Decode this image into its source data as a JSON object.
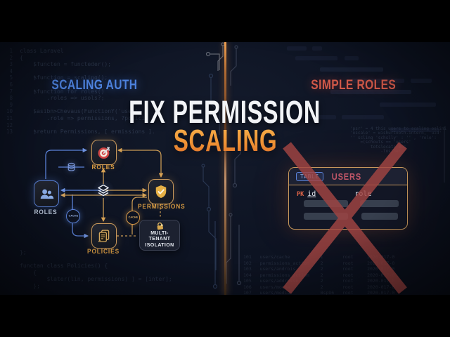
{
  "header": {
    "left_label": "SCALING AUTH",
    "right_label": "SIMPLE ROLES"
  },
  "title": {
    "line1": "FIX PERMISSION",
    "line2": "SCALING"
  },
  "diagram": {
    "nodes": {
      "roles_top": {
        "label": "ROLES",
        "icon": "target-icon"
      },
      "roles_left": {
        "label": "ROLES",
        "icon": "users-icon"
      },
      "permissions": {
        "label": "PERMISSIONS",
        "icon": "shield-check-icon"
      },
      "policies": {
        "label": "POLICIES",
        "icon": "documents-icon"
      }
    },
    "isolation": {
      "line1": "MULTI-TENANT",
      "line2": "ISOLATION",
      "icon": "lock-icon"
    },
    "badges": {
      "cache_left": "CACHE",
      "cache_right": "CACHE"
    }
  },
  "table_card": {
    "badge": "TABLE",
    "title": "USERS",
    "pk_label": "PK",
    "column1": "id",
    "column2": "role"
  },
  "background": {
    "line_numbers": "1\n2\n3\n4\n5\n6\n7\n8\n9\n10\n11\n12\n13",
    "code_left_top": "class Laravel\n{\n    $functen = functeder();\n\n    $function = scaling();\n\n    $function for roles()\n        .roles => usols?;\n\n    $asibn>Chevaus(FunctionY('usen'\n        .role => permissions, ?polici\n\n    $return Permissions, [ ermissions ].",
    "code_left_bottom": "};\n\nfunctan class Policies() {\n    {\n        $later(lin, permissions) ] = [inter];\n    };",
    "code_right": "'psr' = 4 this users to scaling oslini\n'oscale' = wishurtooth.intern, 'uid'\n'' scling 'schslly' : '' , 'role':\n    =(schouts == 'users'\n        totslocats mos\n            -toszher",
    "table_rows_right": "101   users/cache           1       root     2020-017-0\n102   permissions_action    2       root     2020-017-0\n103   users/androis         2       root     2020-017-0\n104   permissions_action    2       root     2020-017-0\n105   users/addresse        2       root     2020-017-0\n106   users/mocha           2       root     2020-017-0\n107   users/media           BspU6   root     2020-017-0"
  },
  "colors": {
    "accent_blue": "#4d82de",
    "accent_red": "#d05848",
    "accent_orange": "#ef9335",
    "gold_border": "#c9995c",
    "blue_border": "#5b82d8",
    "x_red": "#a24543"
  }
}
